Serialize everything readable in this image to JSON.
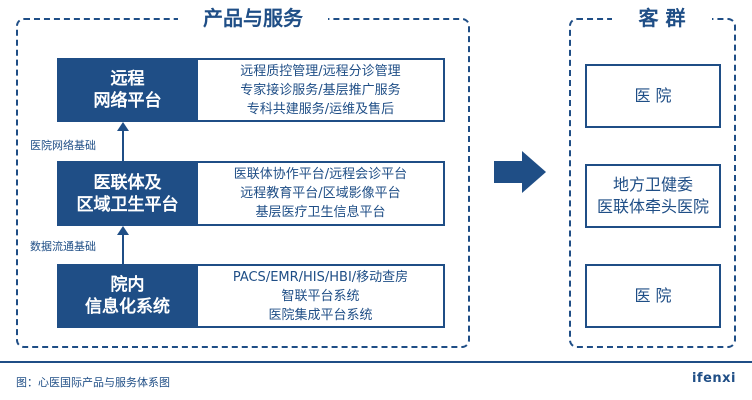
{
  "products": {
    "title": "产品与服务",
    "layers": [
      {
        "label_lines": [
          "远程",
          "网络平台"
        ],
        "items": [
          "远程质控管理/远程分诊管理",
          "专家接诊服务/基层推广服务",
          "专科共建服务/运维及售后"
        ]
      },
      {
        "label_lines": [
          "医联体及",
          "区域卫生平台"
        ],
        "items": [
          "医联体协作平台/远程会诊平台",
          "远程教育平台/区域影像平台",
          "基层医疗卫生信息平台"
        ]
      },
      {
        "label_lines": [
          "院内",
          "信息化系统"
        ],
        "items": [
          "PACS/EMR/HIS/HBI/移动查房",
          "智联平台系统",
          "医院集成平台系统"
        ]
      }
    ],
    "connectors": [
      "医院网络基础",
      "数据流通基础"
    ]
  },
  "customers": {
    "title": "客 群",
    "boxes": [
      {
        "lines": [
          "医 院"
        ]
      },
      {
        "lines": [
          "地方卫健委",
          "医联体牵头医院"
        ]
      },
      {
        "lines": [
          "医 院"
        ]
      }
    ]
  },
  "footer": {
    "caption": "图：心医国际产品与服务体系图",
    "brand": "ifenxi"
  },
  "colors": {
    "primary": "#1f4e86",
    "background": "#ffffff"
  },
  "icons": {
    "flow_arrow": "right-arrow-icon",
    "connector_arrow": "up-arrow-icon"
  }
}
